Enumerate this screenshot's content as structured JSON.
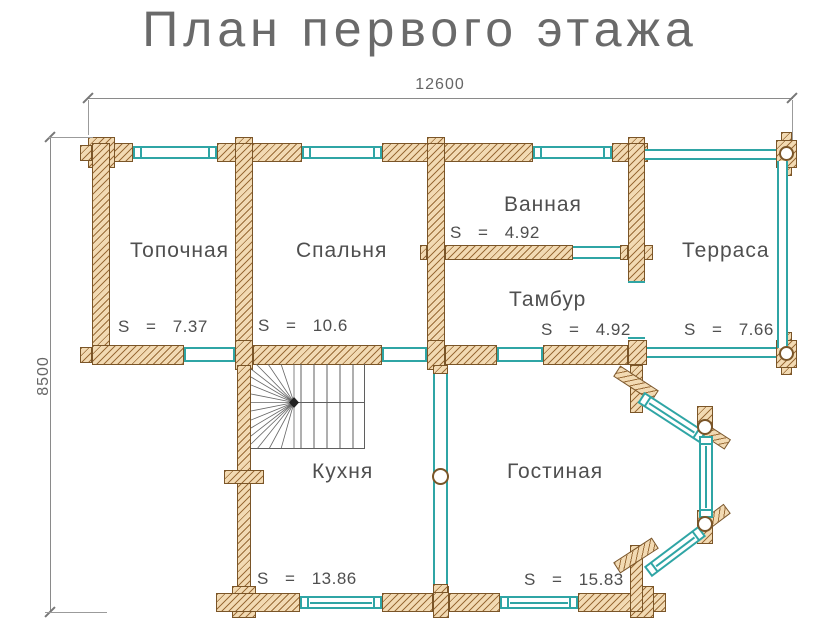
{
  "title": "План первого этажа",
  "dimensions": {
    "width_mm": "12600",
    "height_mm": "8500"
  },
  "rooms": [
    {
      "id": "topochnaya",
      "name": "Топочная",
      "area": "S = 7.37"
    },
    {
      "id": "spalnya",
      "name": "Спальня",
      "area": "S = 10.6"
    },
    {
      "id": "vannaya",
      "name": "Ванная",
      "area": "S = 4.92"
    },
    {
      "id": "tambur",
      "name": "Тамбур",
      "area": "S = 4.92"
    },
    {
      "id": "terrasa",
      "name": "Терраса",
      "area": "S = 7.66"
    },
    {
      "id": "kuhnya",
      "name": "Кухня",
      "area": "S = 13.86"
    },
    {
      "id": "gostinaya",
      "name": "Гостиная",
      "area": "S = 15.83"
    }
  ],
  "colors": {
    "teal": "#2fa5a5",
    "wall_fill": "#f2dab3",
    "wall_hatch": "#9a6c38",
    "wall_outline": "#7a5528",
    "text": "#4f4f4f",
    "dim_line": "#8a8a8a",
    "title": "#6a6a6a"
  }
}
